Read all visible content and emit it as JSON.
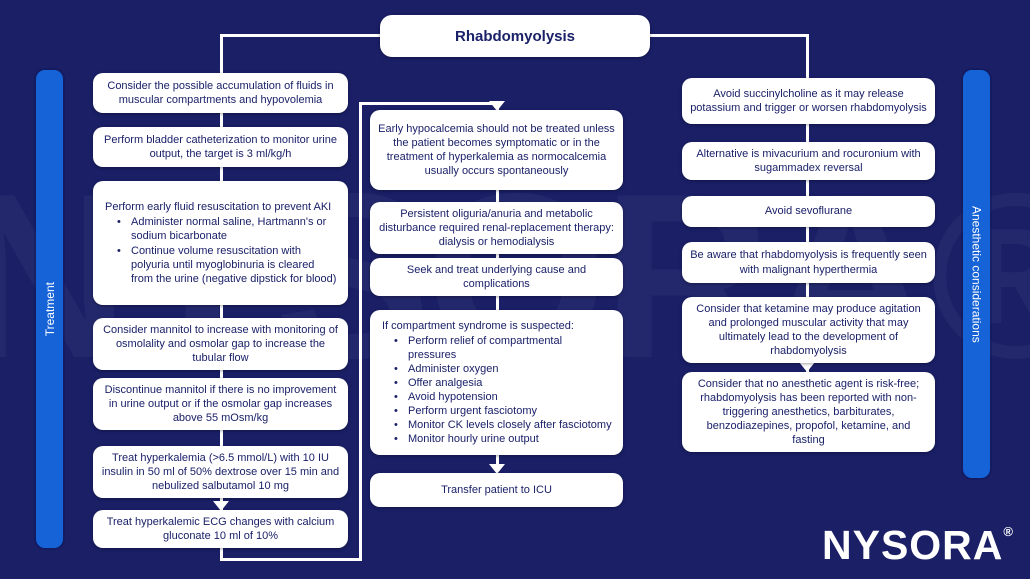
{
  "title": "Rhabdomyolysis",
  "sidebars": {
    "left": "Treatment",
    "right": "Anesthetic considerations"
  },
  "brand": {
    "logo": "NYSORA",
    "registered": "®",
    "watermark": "NYSORA®"
  },
  "colors": {
    "background": "#1a1f66",
    "box_fill": "#ffffff",
    "box_text": "#1b2169",
    "sidebar_blue": "#1563d7",
    "connector": "#ffffff"
  },
  "columns": {
    "treatment": [
      {
        "text": "Consider the possible accumulation of fluids in muscular compartments and hypovolemia"
      },
      {
        "text": "Perform bladder catheterization to monitor urine output, the target is 3 ml/kg/h"
      },
      {
        "text": "Perform early fluid resuscitation to prevent AKI",
        "bullets": [
          "Administer normal saline, Hartmann's or sodium bicarbonate",
          "Continue volume resuscitation with polyuria until myoglobinuria is cleared from the urine (negative dipstick for blood)"
        ]
      },
      {
        "text": "Consider mannitol to increase with monitoring of osmolality and osmolar gap to increase the tubular flow"
      },
      {
        "text": "Discontinue mannitol if there is no improvement in urine output or if the osmolar gap increases above 55 mOsm/kg"
      },
      {
        "text": "Treat hyperkalemia (>6.5 mmol/L) with 10 IU insulin in 50 ml of 50% dextrose over 15 min and nebulized salbutamol 10 mg"
      },
      {
        "text": "Treat hyperkalemic ECG changes with calcium gluconate 10 ml of 10%"
      }
    ],
    "middle": [
      {
        "text": "Early hypocalcemia should not be treated unless the patient becomes symptomatic or in the treatment of hyperkalemia as normocalcemia usually occurs spontaneously"
      },
      {
        "text": "Persistent oliguria/anuria and metabolic disturbance required renal-replacement therapy: dialysis or hemodialysis"
      },
      {
        "text": "Seek and treat underlying cause and complications"
      },
      {
        "text": "If compartment syndrome is suspected:",
        "bullets": [
          "Perform relief of compartmental pressures",
          "Administer oxygen",
          "Offer analgesia",
          "Avoid hypotension",
          "Perform urgent fasciotomy",
          "Monitor CK levels closely after fasciotomy",
          "Monitor hourly urine output"
        ]
      },
      {
        "text": "Transfer patient to ICU"
      }
    ],
    "anesthetic": [
      {
        "text": "Avoid succinylcholine as it may release potassium and trigger or worsen rhabdomyolysis"
      },
      {
        "text": "Alternative is mivacurium and rocuronium with sugammadex reversal"
      },
      {
        "text": "Avoid sevoflurane"
      },
      {
        "text": "Be aware that rhabdomyolysis is frequently seen with malignant hyperthermia"
      },
      {
        "text": "Consider that ketamine may produce agitation and prolonged muscular activity that may ultimately lead to the development of rhabdomyolysis"
      },
      {
        "text": "Consider that no anesthetic agent is risk-free; rhabdomyolysis has been reported with non-triggering anesthetics, barbiturates, benzodiazepines, propofol, ketamine, and fasting"
      }
    ]
  }
}
